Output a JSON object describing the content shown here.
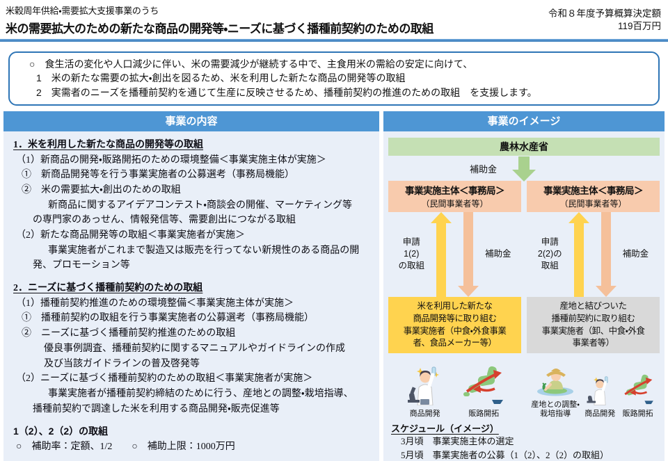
{
  "colors": {
    "accent_blue": "#2e75b6",
    "panel_header_blue": "#4e96d4",
    "panel_bg": "#e9eff8",
    "maff_green": "#c5e0b4",
    "green_arrow": "#a9d18e",
    "office_orange": "#f8cbad",
    "subsidy_arrow_peach": "#f5c09a",
    "application_arrow_yellow": "#ffd34f",
    "recipient_yellow": "#ffd34f",
    "recipient_gray": "#d9d9d9"
  },
  "header": {
    "supertitle": "米穀周年供給・需要拡大支援事業のうち",
    "title": "米の需要拡大のための新たな商品の開発等・ニーズに基づく播種前契約のための取組",
    "budget": "令和８年度予算概算決定額\n119百万円"
  },
  "summary": {
    "lead": "○　食生活の変化や人口減少に伴い、米の需要減少が継続する中で、主食用米の需給の安定に向けて、",
    "item1": "1　米の新たな需要の拡大・創出を図るため、米を利用した新たな商品の開発等の取組",
    "item2": "2　実需者のニーズを播種前契約を通じて生産に反映させるため、播種前契約の推進のための取組　を支援します。"
  },
  "left_panel": {
    "header": "事業の内容",
    "lines": [
      "1．米を利用した新たな商品の開発等の取組",
      "（1）新商品の開発・販路開拓のための環境整備＜事業実施主体が実施＞",
      "①　新商品開発等を行う事業実施者の公募選考（事務局機能）",
      "②　米の需要拡大・創出のための取組",
      "新商品に関するアイデアコンテスト・商談会の開催、マーケティング等",
      "の専門家のあっせん、情報発信等、需要創出につながる取組",
      "（2）新たな商品開発等の取組＜事業実施者が実施＞",
      "事業実施者がこれまで製造又は販売を行ってない新規性のある商品の開",
      "発、プロモーション等",
      "2．ニーズに基づく播種前契約のための取組",
      "（1）播種前契約推進のための環境整備＜事業実施主体が実施＞",
      "①　播種前契約の取組を行う事業実施者の公募選考（事務局機能）",
      "②　ニーズに基づく播種前契約推進のための取組",
      "優良事例調査、播種前契約に関するマニュアルやガイドラインの作成",
      "及び当該ガイドラインの普及啓発等",
      "（2）ニーズに基づく播種前契約のための取組＜事業実施者が実施＞",
      "事業実施者が播種前契約締結のために行う、産地との調整・栽培指導、",
      "播種前契約で調達した米を利用する商品開発・販売促進等",
      "1（2）、2（2）の取組",
      "○　補助率：定額、1/2　　○　補助上限：1000万円"
    ]
  },
  "right_panel": {
    "header": "事業のイメージ",
    "maff_box": "農林水産省",
    "subsidy_label_top": "補助金",
    "offices": [
      {
        "title": "事業実施主体＜事務局＞",
        "subtitle": "（民間事業者等）"
      },
      {
        "title": "事業実施主体＜事務局＞",
        "subtitle": "（民間事業者等）"
      }
    ],
    "flows": [
      {
        "up_label": "申請\n1(2)\nの取組",
        "down_label": "補助金"
      },
      {
        "up_label": "申請\n2(2)の\n取組",
        "down_label": "補助金"
      }
    ],
    "recipients": [
      "米を利用した新たな\n商品開発等に取り組む\n事業実施者（中食・外食事業\n者、食品メーカー等）",
      "産地と結びついた\n播種前契約に取り組む\n事業実施者（卸、中食・外食\n事業者等）"
    ],
    "illustration_labels": [
      "商品開発",
      "販路開拓",
      "産地との調整・\n栽培指導",
      "商品開発",
      "販路開拓"
    ],
    "schedule": {
      "title": "スケジュール（イメージ）",
      "rows": [
        "3月頃　事業実施主体の選定",
        "5月頃　事業実施者の公募（1（2）、2（2）の取組）"
      ]
    }
  }
}
